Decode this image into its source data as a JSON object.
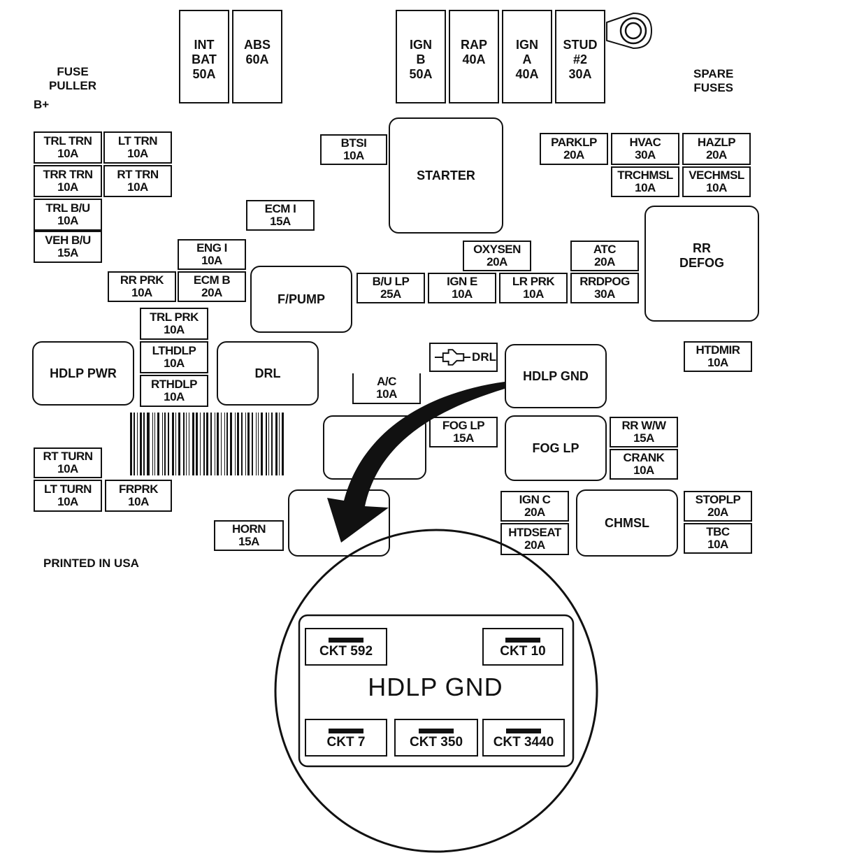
{
  "labels": {
    "fuse_puller": [
      "FUSE",
      "PULLER"
    ],
    "b_plus": "B+",
    "spare_fuses": [
      "SPARE",
      "FUSES"
    ],
    "printed": "PRINTED IN USA"
  },
  "maxi_fuses": [
    {
      "lines": [
        "INT",
        "BAT",
        "50A"
      ]
    },
    {
      "lines": [
        "ABS",
        "",
        "60A"
      ]
    },
    {
      "lines": [
        "IGN",
        "B",
        "50A"
      ]
    },
    {
      "lines": [
        "RAP",
        "",
        "40A"
      ]
    },
    {
      "lines": [
        "IGN",
        "A",
        "40A"
      ]
    },
    {
      "lines": [
        "STUD",
        "#2",
        "30A"
      ]
    }
  ],
  "fuses": [
    {
      "name": "TRL TRN",
      "amps": "10A"
    },
    {
      "name": "LT TRN",
      "amps": "10A"
    },
    {
      "name": "TRR TRN",
      "amps": "10A"
    },
    {
      "name": "RT TRN",
      "amps": "10A"
    },
    {
      "name": "TRL B/U",
      "amps": "10A"
    },
    {
      "name": "VEH B/U",
      "amps": "15A"
    },
    {
      "name": "BTSI",
      "amps": "10A"
    },
    {
      "name": "ECM I",
      "amps": "15A"
    },
    {
      "name": "ENG I",
      "amps": "10A"
    },
    {
      "name": "RR PRK",
      "amps": "10A"
    },
    {
      "name": "ECM B",
      "amps": "20A"
    },
    {
      "name": "TRL PRK",
      "amps": "10A"
    },
    {
      "name": "LTHDLP",
      "amps": "10A"
    },
    {
      "name": "RTHDLP",
      "amps": "10A"
    },
    {
      "name": "PARKLP",
      "amps": "20A"
    },
    {
      "name": "HVAC",
      "amps": "30A"
    },
    {
      "name": "HAZLP",
      "amps": "20A"
    },
    {
      "name": "TRCHMSL",
      "amps": "10A"
    },
    {
      "name": "VECHMSL",
      "amps": "10A"
    },
    {
      "name": "OXYSEN",
      "amps": "20A"
    },
    {
      "name": "ATC",
      "amps": "20A"
    },
    {
      "name": "B/U LP",
      "amps": "25A"
    },
    {
      "name": "IGN E",
      "amps": "10A"
    },
    {
      "name": "LR PRK",
      "amps": "10A"
    },
    {
      "name": "RRDPOG",
      "amps": "30A"
    },
    {
      "name": "HTDMIR",
      "amps": "10A"
    },
    {
      "name": "A/C",
      "amps": "10A"
    },
    {
      "name": "FOG LP",
      "amps": "15A"
    },
    {
      "name": "RR W/W",
      "amps": "15A"
    },
    {
      "name": "CRANK",
      "amps": "10A"
    },
    {
      "name": "RT TURN",
      "amps": "10A"
    },
    {
      "name": "LT TURN",
      "amps": "10A"
    },
    {
      "name": "FRPRK",
      "amps": "10A"
    },
    {
      "name": "HORN",
      "amps": "15A"
    },
    {
      "name": "IGN C",
      "amps": "20A"
    },
    {
      "name": "HTDSEAT",
      "amps": "20A"
    },
    {
      "name": "STOPLP",
      "amps": "20A"
    },
    {
      "name": "TBC",
      "amps": "10A"
    }
  ],
  "relays": [
    {
      "lines": [
        "STARTER"
      ]
    },
    {
      "lines": [
        "RR",
        "DEFOG"
      ]
    },
    {
      "lines": [
        "F/PUMP"
      ]
    },
    {
      "lines": [
        "HDLP PWR"
      ]
    },
    {
      "lines": [
        "DRL"
      ]
    },
    {
      "lines": [
        "HDLP GND"
      ]
    },
    {
      "lines": [
        "FOG LP"
      ]
    },
    {
      "lines": [
        "CHMSL"
      ]
    }
  ],
  "drl_diode_label": "DRL",
  "zoom": {
    "title": "HDLP GND",
    "circuits": [
      "CKT 592",
      "CKT 10",
      "CKT 7",
      "CKT 350",
      "CKT 3440"
    ]
  }
}
